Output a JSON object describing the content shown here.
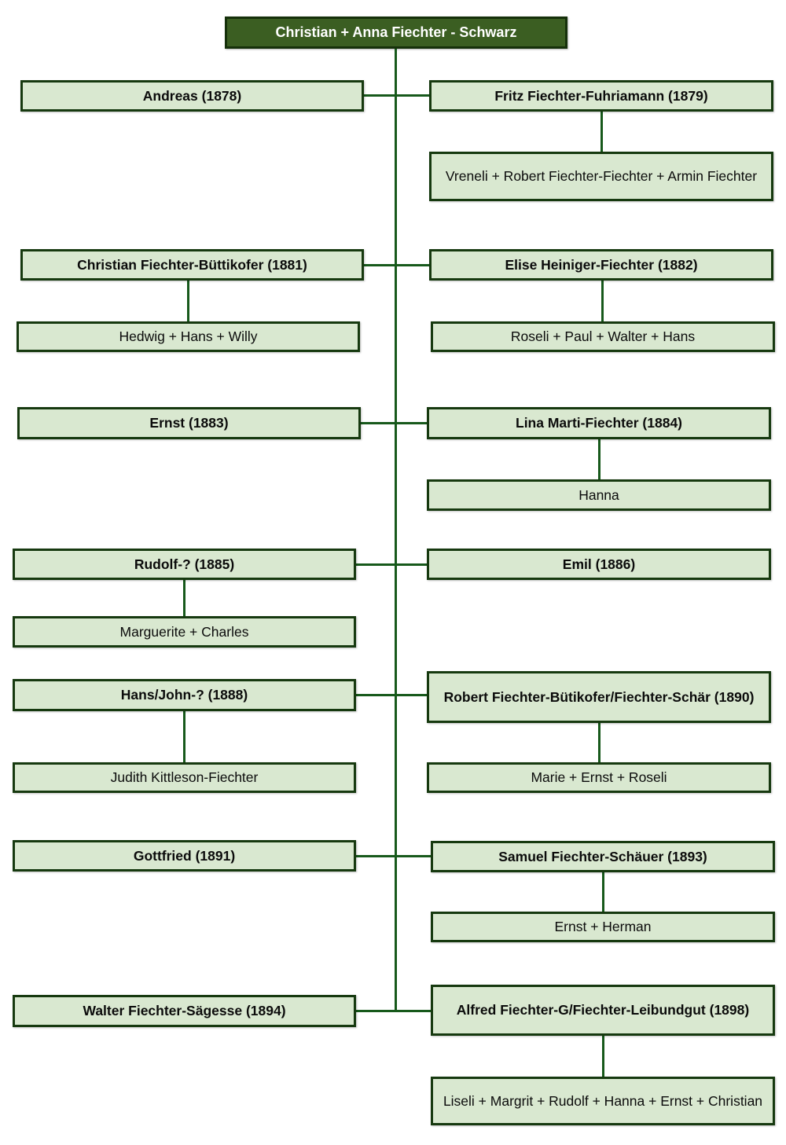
{
  "title": "Christian + Anna Fiechter - Schwarz",
  "colors": {
    "title_bg": "#3b5e22",
    "title_border": "#15300a",
    "title_text": "#ffffff",
    "box_bg": "#d9e8d0",
    "box_border": "#16390f",
    "box_text": "#0b0b0b",
    "line": "#17591b"
  },
  "nodes": {
    "andreas": {
      "label": "Andreas (1878)"
    },
    "fritz": {
      "label": "Fritz Fiechter-Fuhriamann (1879)"
    },
    "vreneli": {
      "label": "Vreneli + Robert Fiechter-Fiechter + Armin Fiechter"
    },
    "christian": {
      "label": "Christian Fiechter-Büttikofer (1881)"
    },
    "elise": {
      "label": "Elise Heiniger-Fiechter (1882)"
    },
    "hedwig": {
      "label": "Hedwig + Hans + Willy"
    },
    "roseli": {
      "label": "Roseli + Paul + Walter + Hans"
    },
    "ernst": {
      "label": "Ernst (1883)"
    },
    "lina": {
      "label": "Lina Marti-Fiechter (1884)"
    },
    "hanna": {
      "label": "Hanna"
    },
    "rudolf": {
      "label": "Rudolf-? (1885)"
    },
    "emil": {
      "label": "Emil (1886)"
    },
    "marguerite": {
      "label": "Marguerite + Charles"
    },
    "hansjohn": {
      "label": "Hans/John-? (1888)"
    },
    "robert": {
      "label": "Robert Fiechter-Bütikofer/Fiechter-Schär (1890)"
    },
    "judith": {
      "label": "Judith Kittleson-Fiechter"
    },
    "marie": {
      "label": "Marie + Ernst + Roseli"
    },
    "gottfried": {
      "label": "Gottfried (1891)"
    },
    "samuel": {
      "label": "Samuel Fiechter-Schäuer (1893)"
    },
    "ernstherman": {
      "label": "Ernst + Herman"
    },
    "walter": {
      "label": "Walter Fiechter-Sägesse (1894)"
    },
    "alfred": {
      "label": "Alfred Fiechter-G/Fiechter-Leibundgut (1898)"
    },
    "liseli": {
      "label": "Liseli + Margrit + Rudolf + Hanna + Ernst + Christian"
    }
  }
}
